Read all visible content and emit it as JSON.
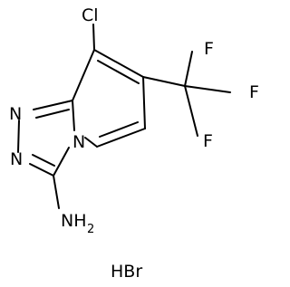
{
  "structure": {
    "atoms": {
      "cl": "Cl",
      "f_top": "F",
      "f_right": "F",
      "f_bottom": "F",
      "n_1": "N",
      "n_2": "N",
      "n_bridge": "N",
      "amine_n": "NH",
      "amine_h_count": "2"
    },
    "counter_ion": "HBr"
  }
}
